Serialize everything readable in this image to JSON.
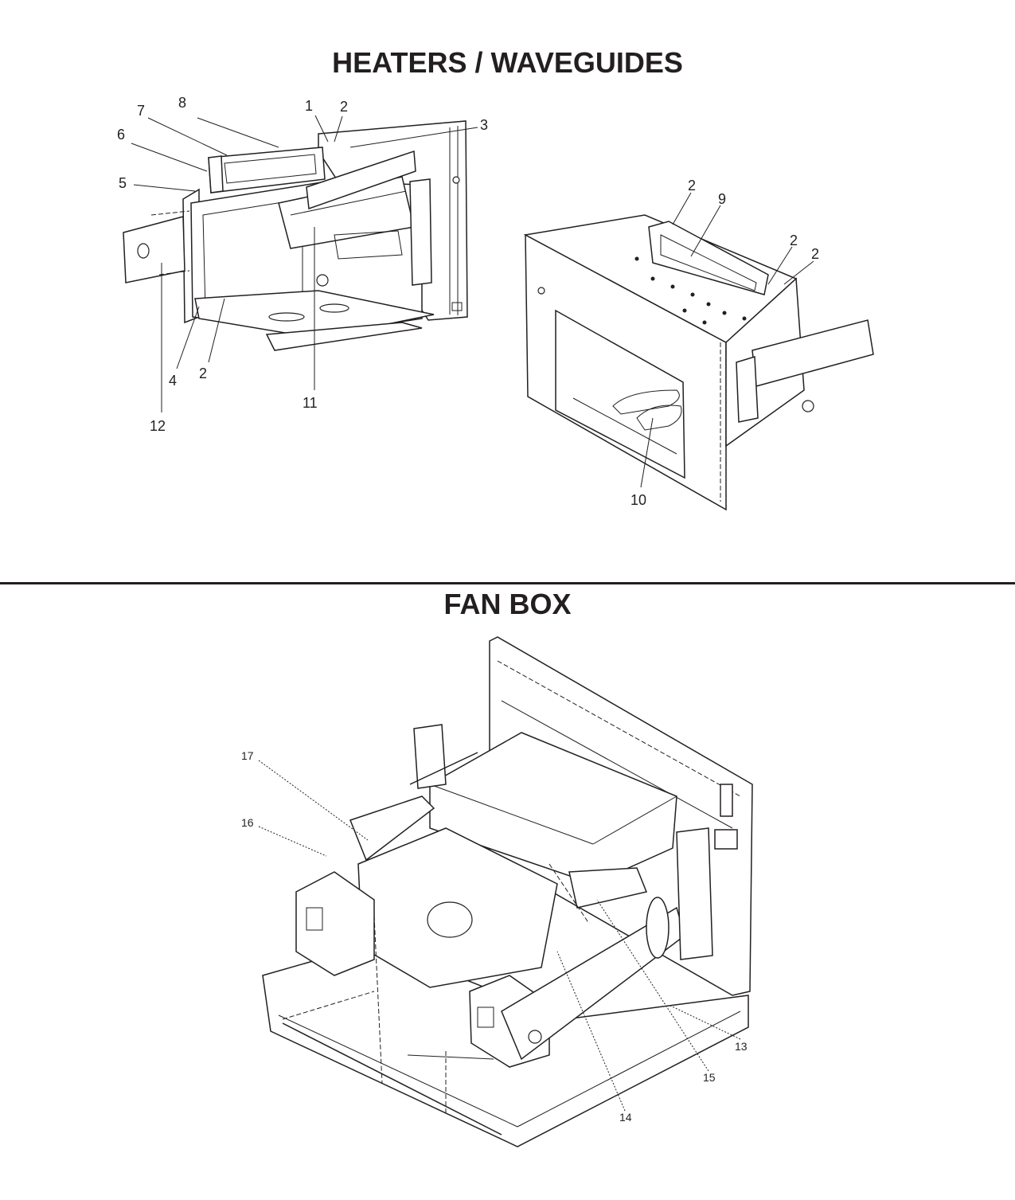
{
  "sections": {
    "top_title": "HEATERS /  WAVEGUIDES",
    "bottom_title": "FAN BOX"
  },
  "callouts": {
    "c1": "1",
    "c2a": "2",
    "c3": "3",
    "c4": "4",
    "c5": "5",
    "c6": "6",
    "c7": "7",
    "c8": "8",
    "c2b": "2",
    "c11": "11",
    "c12": "12",
    "c2c": "2",
    "c9": "9",
    "c2d": "2",
    "c2e": "2",
    "c10": "10",
    "c17": "17",
    "c16": "16",
    "c13": "13",
    "c15": "15",
    "c14": "14"
  }
}
